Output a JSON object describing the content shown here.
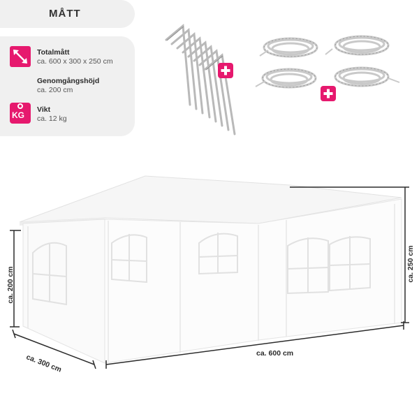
{
  "header": {
    "title": "MÅTT"
  },
  "specs": [
    {
      "label": "Totalmått",
      "value": "ca. 600 x 300 x 250 cm",
      "icon": "diagonal-arrow-icon"
    },
    {
      "label": "Genomgångshöjd",
      "value": "ca. 200 cm",
      "icon": ""
    },
    {
      "label": "Vikt",
      "value": "ca. 12 kg",
      "icon": "weight-kg-icon"
    }
  ],
  "weight_icon_text": "KG",
  "dimensions": {
    "height_left": "ca. 200 cm",
    "depth": "ca. 300 cm",
    "width": "ca. 600 cm",
    "height_right": "ca. 250 cm"
  },
  "colors": {
    "accent": "#e6196e",
    "panel": "#f0f0f0"
  }
}
